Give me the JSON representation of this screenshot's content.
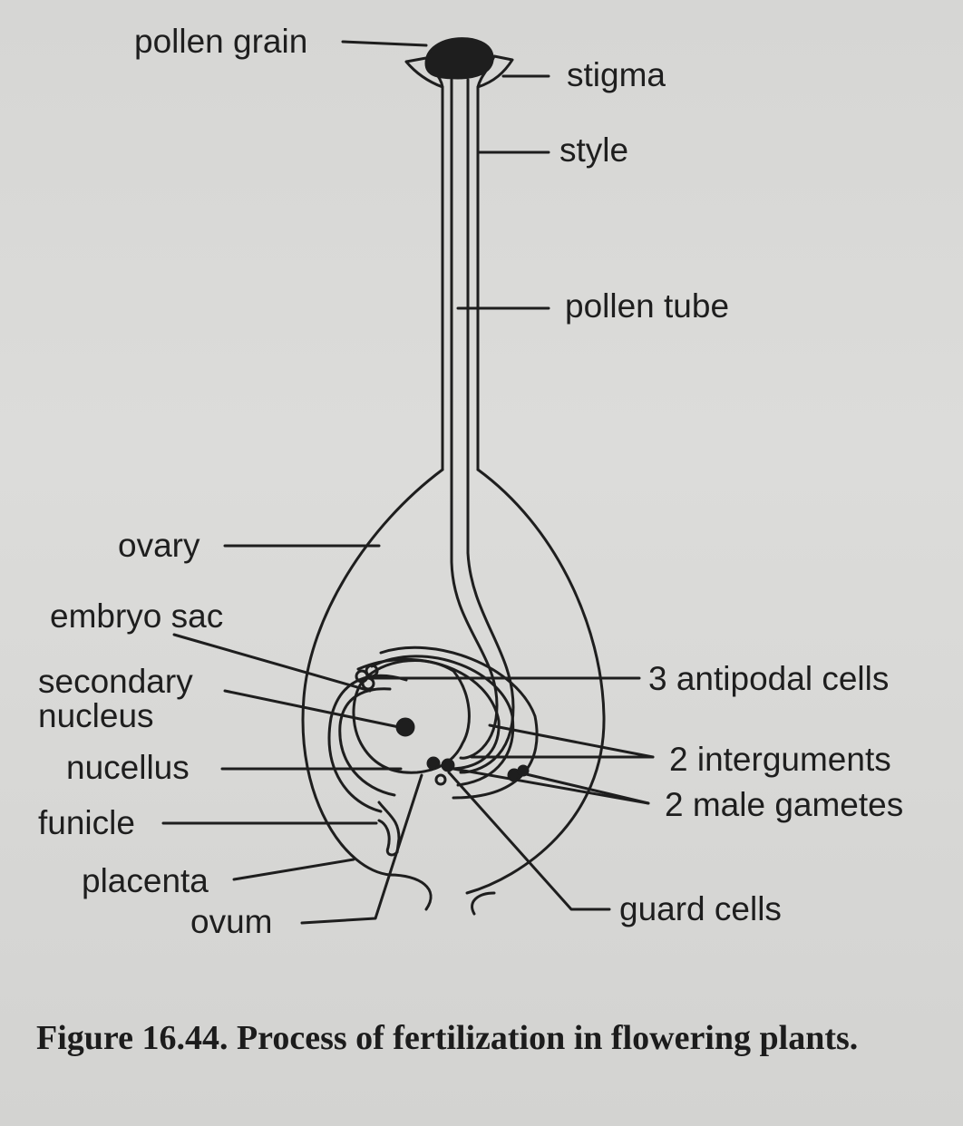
{
  "labels": {
    "pollen_grain": "pollen grain",
    "stigma": "stigma",
    "style": "style",
    "pollen_tube": "pollen tube",
    "ovary": "ovary",
    "embryo_sac": "embryo sac",
    "secondary_nucleus_line1": "secondary",
    "secondary_nucleus_line2": "nucleus",
    "antipodal_cells": "3 antipodal cells",
    "nucellus": "nucellus",
    "integuments": "2 interguments",
    "male_gametes": "2 male gametes",
    "funicle": "funicle",
    "placenta": "placenta",
    "ovum": "ovum",
    "guard_cells": "guard cells"
  },
  "caption": "Figure 16.44. Process of fertilization in flowering plants.",
  "colors": {
    "ink": "#1e1e1e",
    "paper": "#d8d8d6"
  }
}
